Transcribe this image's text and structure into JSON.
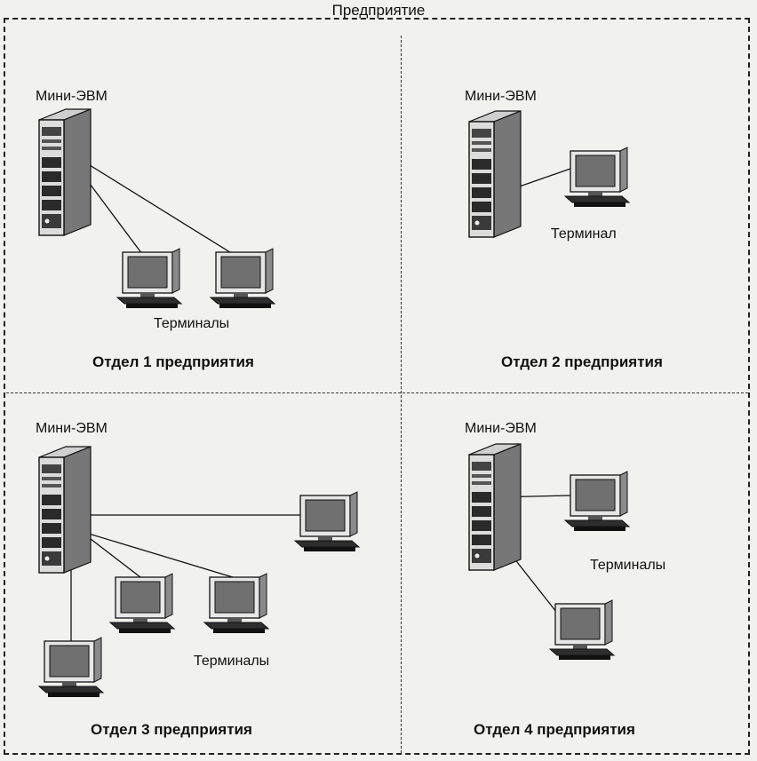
{
  "enterprise": {
    "title": "Предприятие"
  },
  "departments": [
    {
      "name": "Отдел 1 предприятия",
      "server_label": "Мини-ЭВМ",
      "terminals_label": "Терминалы"
    },
    {
      "name": "Отдел 2 предприятия",
      "server_label": "Мини-ЭВМ",
      "terminals_label": "Терминал"
    },
    {
      "name": "Отдел 3 предприятия",
      "server_label": "Мини-ЭВМ",
      "terminals_label": "Терминалы"
    },
    {
      "name": "Отдел 4 предприятия",
      "server_label": "Мини-ЭВМ",
      "terminals_label": "Терминалы"
    }
  ]
}
